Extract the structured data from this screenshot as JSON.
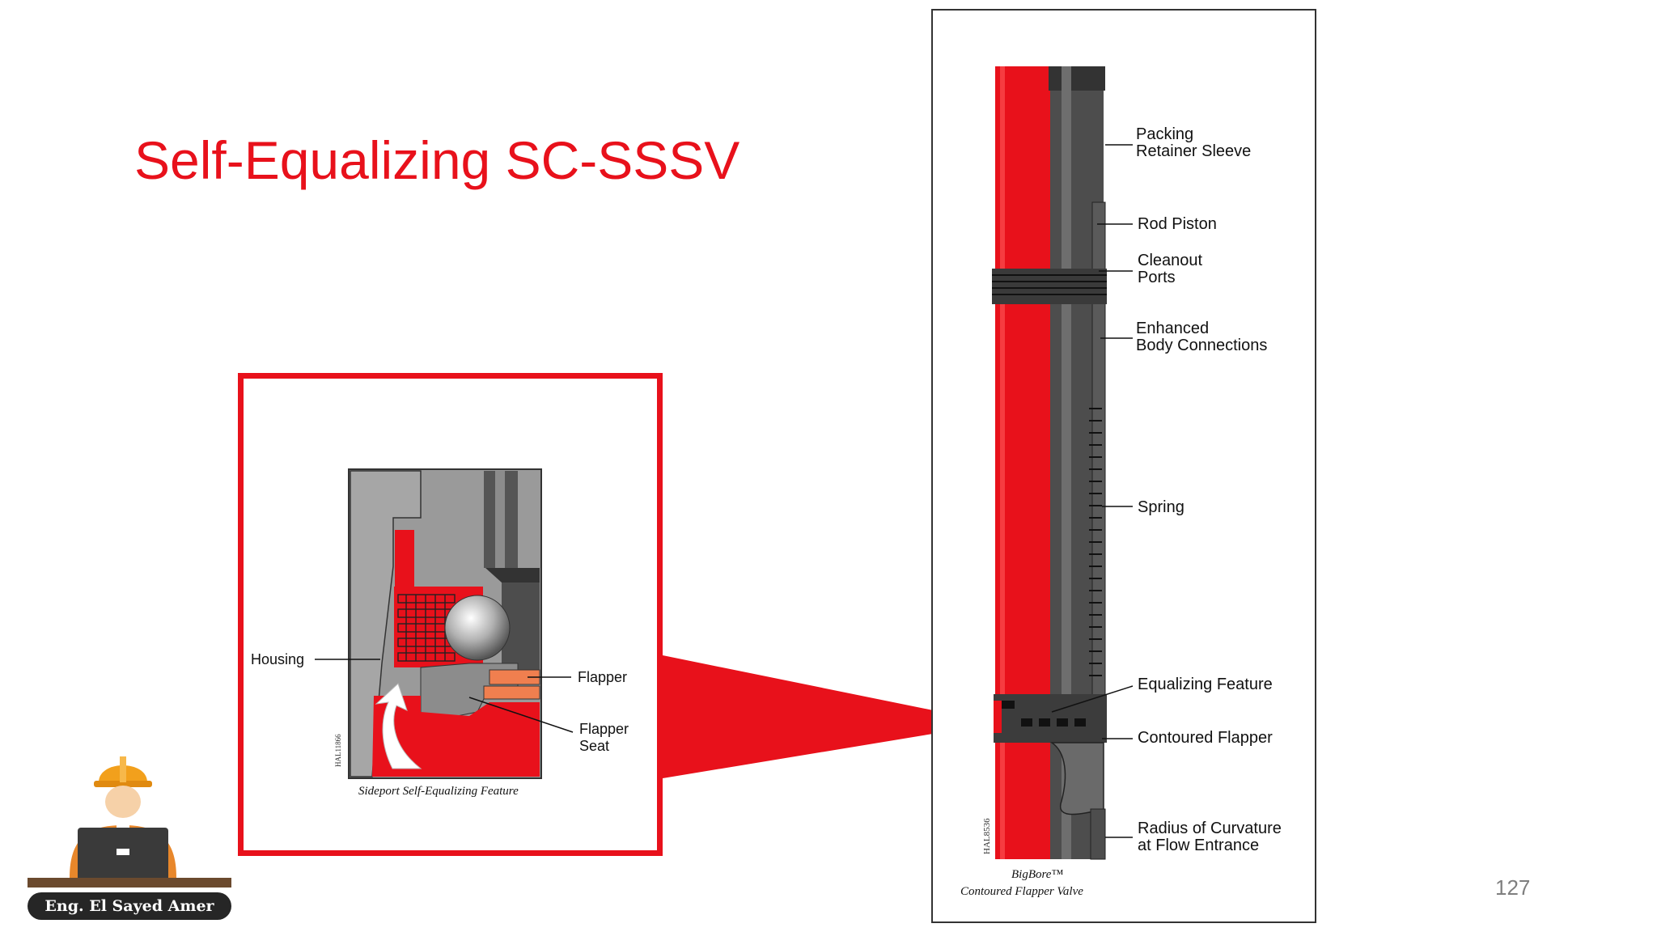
{
  "slide": {
    "title": "Self-Equalizing SC-SSSV",
    "page_number": "127",
    "author": "Eng. El Sayed Amer"
  },
  "inset": {
    "caption": "Sideport Self-Equalizing Feature",
    "code": "HAL11866",
    "labels": {
      "housing": "Housing",
      "flapper": "Flapper",
      "flapper_seat": "Flapper\nSeat"
    }
  },
  "valve": {
    "caption_line1": "BigBore™",
    "caption_line2": "Contoured Flapper Valve",
    "code": "HAL8536",
    "labels": {
      "packing": "Packing\nRetainer Sleeve",
      "rod_piston": "Rod Piston",
      "cleanout": "Cleanout\nPorts",
      "enhanced": "Enhanced\nBody Connections",
      "spring": "Spring",
      "equalizing": "Equalizing Feature",
      "contoured": "Contoured Flapper",
      "radius": "Radius of Curvature\nat Flow Entrance"
    }
  },
  "colors": {
    "accent_red": "#e8111b",
    "steel_dark": "#4d4d4d",
    "steel_mid": "#8c8c8c",
    "steel_light": "#bfbfbf",
    "flapper_orange": "#f07f4f"
  },
  "icons": {
    "avatar": "engineer-with-laptop-icon",
    "ball": "check-ball-icon",
    "flow_arrow": "flow-arrow-icon"
  }
}
